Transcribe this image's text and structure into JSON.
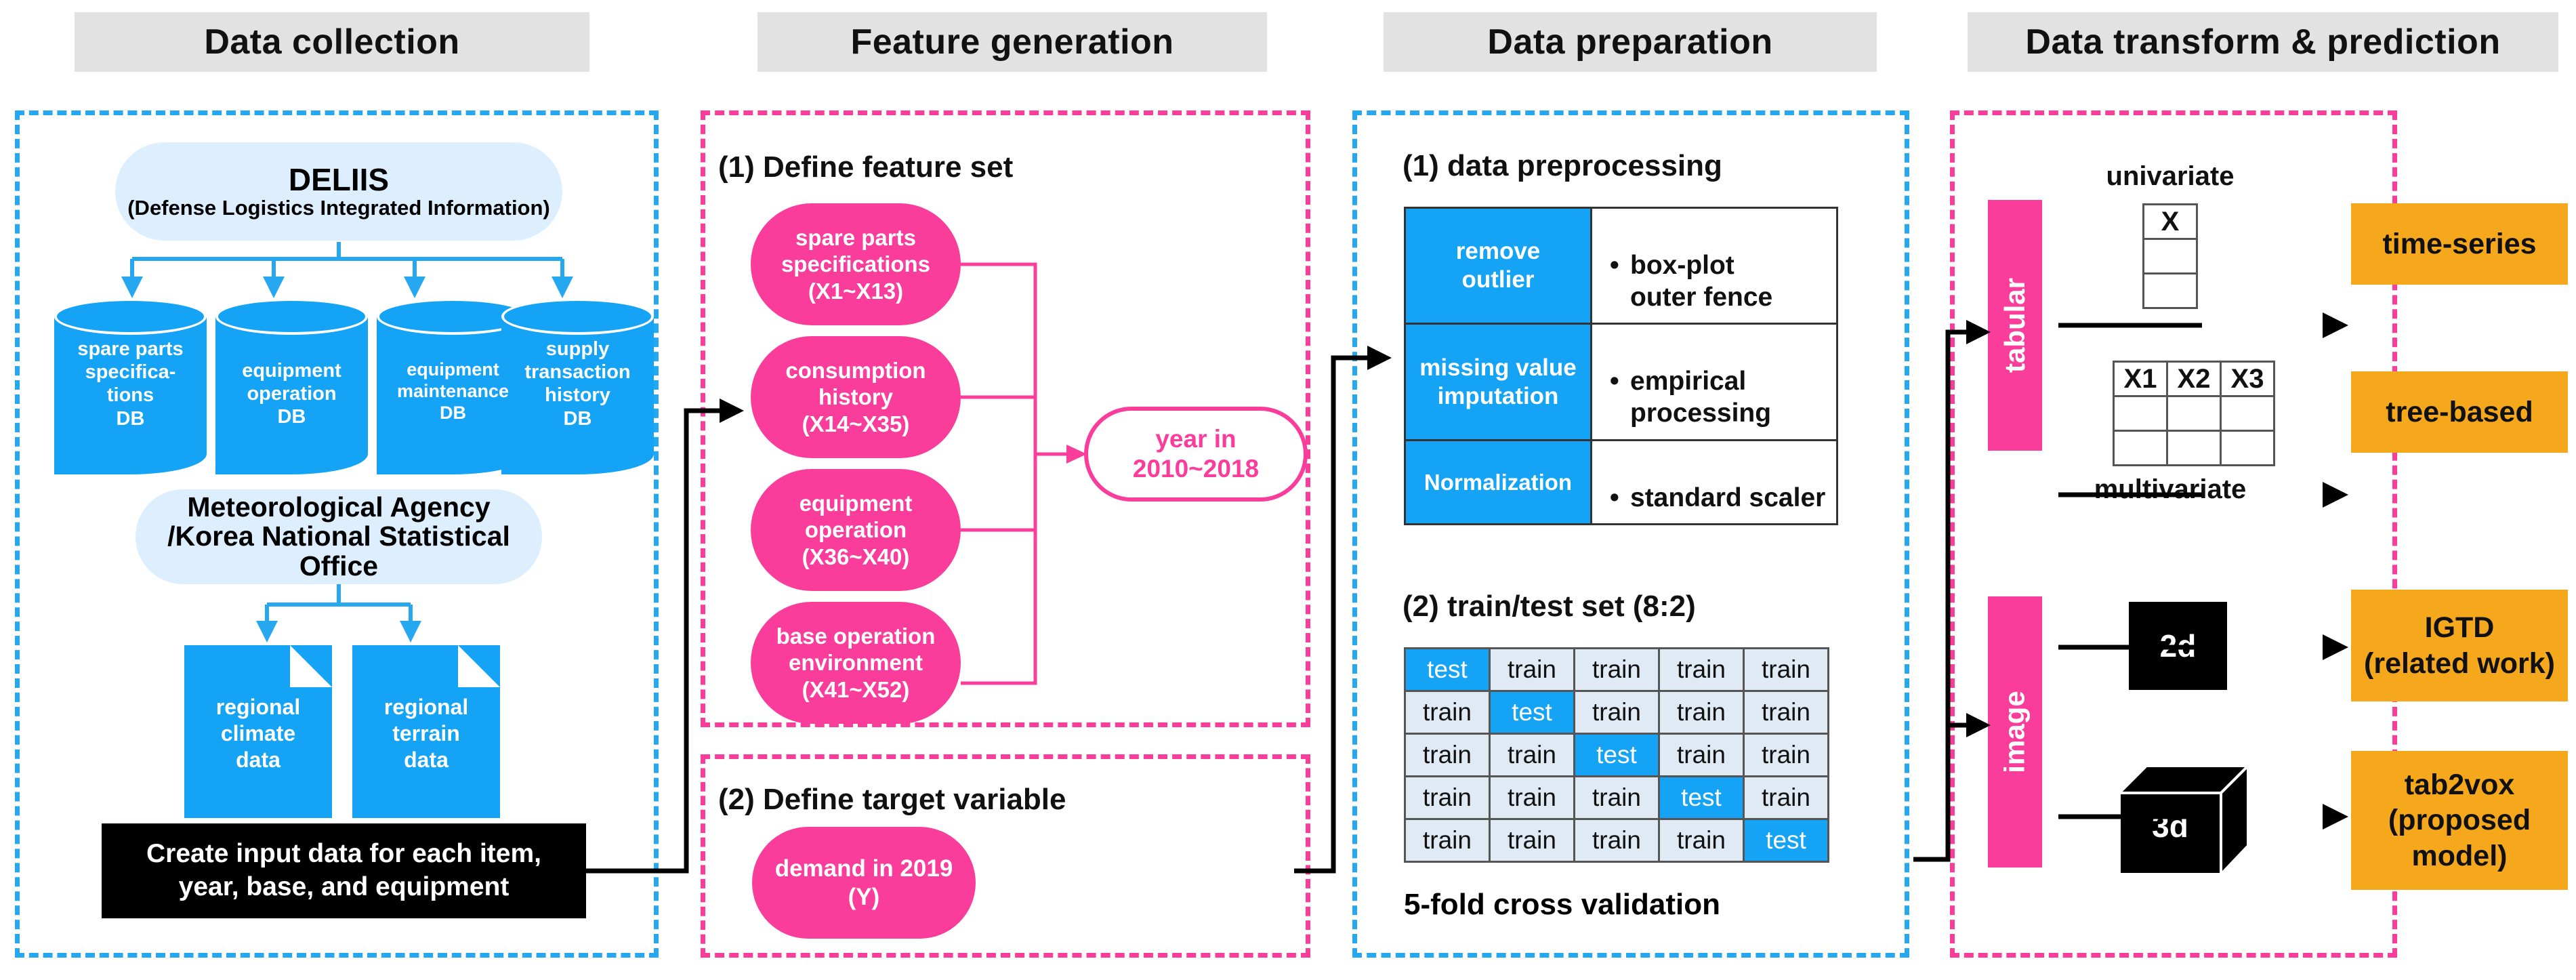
{
  "sections": [
    {
      "title": "Data collection"
    },
    {
      "title": "Feature generation"
    },
    {
      "title": "Data preparation"
    },
    {
      "title": "Data transform & prediction"
    }
  ],
  "colors": {
    "blue": "#14a3f5",
    "blue_dash": "#25a8f0",
    "pink": "#fa3d9a",
    "orange": "#f5a81c",
    "header_bg": "#e2e2e2",
    "lozenge_bg": "#ddeeff",
    "cv_train_bg": "#dfeaf4",
    "black": "#000000"
  },
  "data_collection": {
    "source1": {
      "name": "DELIIS",
      "subtitle": "(Defense Logistics Integrated Information)"
    },
    "databases": [
      {
        "label": "spare parts\nspecifica-\ntions\nDB"
      },
      {
        "label": "equipment\noperation\nDB"
      },
      {
        "label": "equipment\nmaintenance\nDB"
      },
      {
        "label": "supply\ntransaction\nhistory\nDB"
      }
    ],
    "source2": {
      "line1": "Meteorological Agency",
      "line2": "/Korea National Statistical Office"
    },
    "documents": [
      {
        "label": "regional\nclimate\ndata"
      },
      {
        "label": "regional\nterrain\ndata"
      }
    ],
    "output_box": "Create input data for each item,\nyear, base, and equipment"
  },
  "feature_generation": {
    "step1_caption": "(1) Define feature set",
    "feature_sets": [
      {
        "label": "spare parts\nspecifications\n(X1~X13)"
      },
      {
        "label": "consumption\nhistory\n(X14~X35)"
      },
      {
        "label": "equipment\noperation\n(X36~X40)"
      },
      {
        "label": "base operation\nenvironment\n(X41~X52)"
      }
    ],
    "year_node": "year in\n2010~2018",
    "step2_caption": "(2) Define target variable",
    "target": "demand in 2019\n(Y)"
  },
  "data_preparation": {
    "step1_caption": "(1) data preprocessing",
    "preprocessing_rows": [
      {
        "key": "remove\noutlier",
        "value": "box-plot\nouter fence"
      },
      {
        "key": "missing value\nimputation",
        "value": "empirical\nprocessing"
      },
      {
        "key": "Normalization",
        "value": "standard scaler"
      }
    ],
    "step2_caption": "(2) train/test set (8:2)",
    "cv_grid": [
      [
        "test",
        "train",
        "train",
        "train",
        "train"
      ],
      [
        "train",
        "test",
        "train",
        "train",
        "train"
      ],
      [
        "train",
        "train",
        "test",
        "train",
        "train"
      ],
      [
        "train",
        "train",
        "train",
        "test",
        "train"
      ],
      [
        "train",
        "train",
        "train",
        "train",
        "test"
      ]
    ],
    "cv_caption": "5-fold cross validation"
  },
  "data_transform": {
    "tabular_label": "tabular",
    "image_label": "image",
    "univariate_label": "univariate",
    "multivariate_label": "multivariate",
    "univariate_header": "X",
    "multivariate_headers": [
      "X1",
      "X2",
      "X3"
    ],
    "cube_2d": "2d",
    "cube_3d": "3d",
    "outputs": [
      {
        "label": "time-series"
      },
      {
        "label": "tree-based"
      },
      {
        "label": "IGTD\n(related work)"
      },
      {
        "label": "tab2vox\n(proposed\nmodel)"
      }
    ]
  }
}
